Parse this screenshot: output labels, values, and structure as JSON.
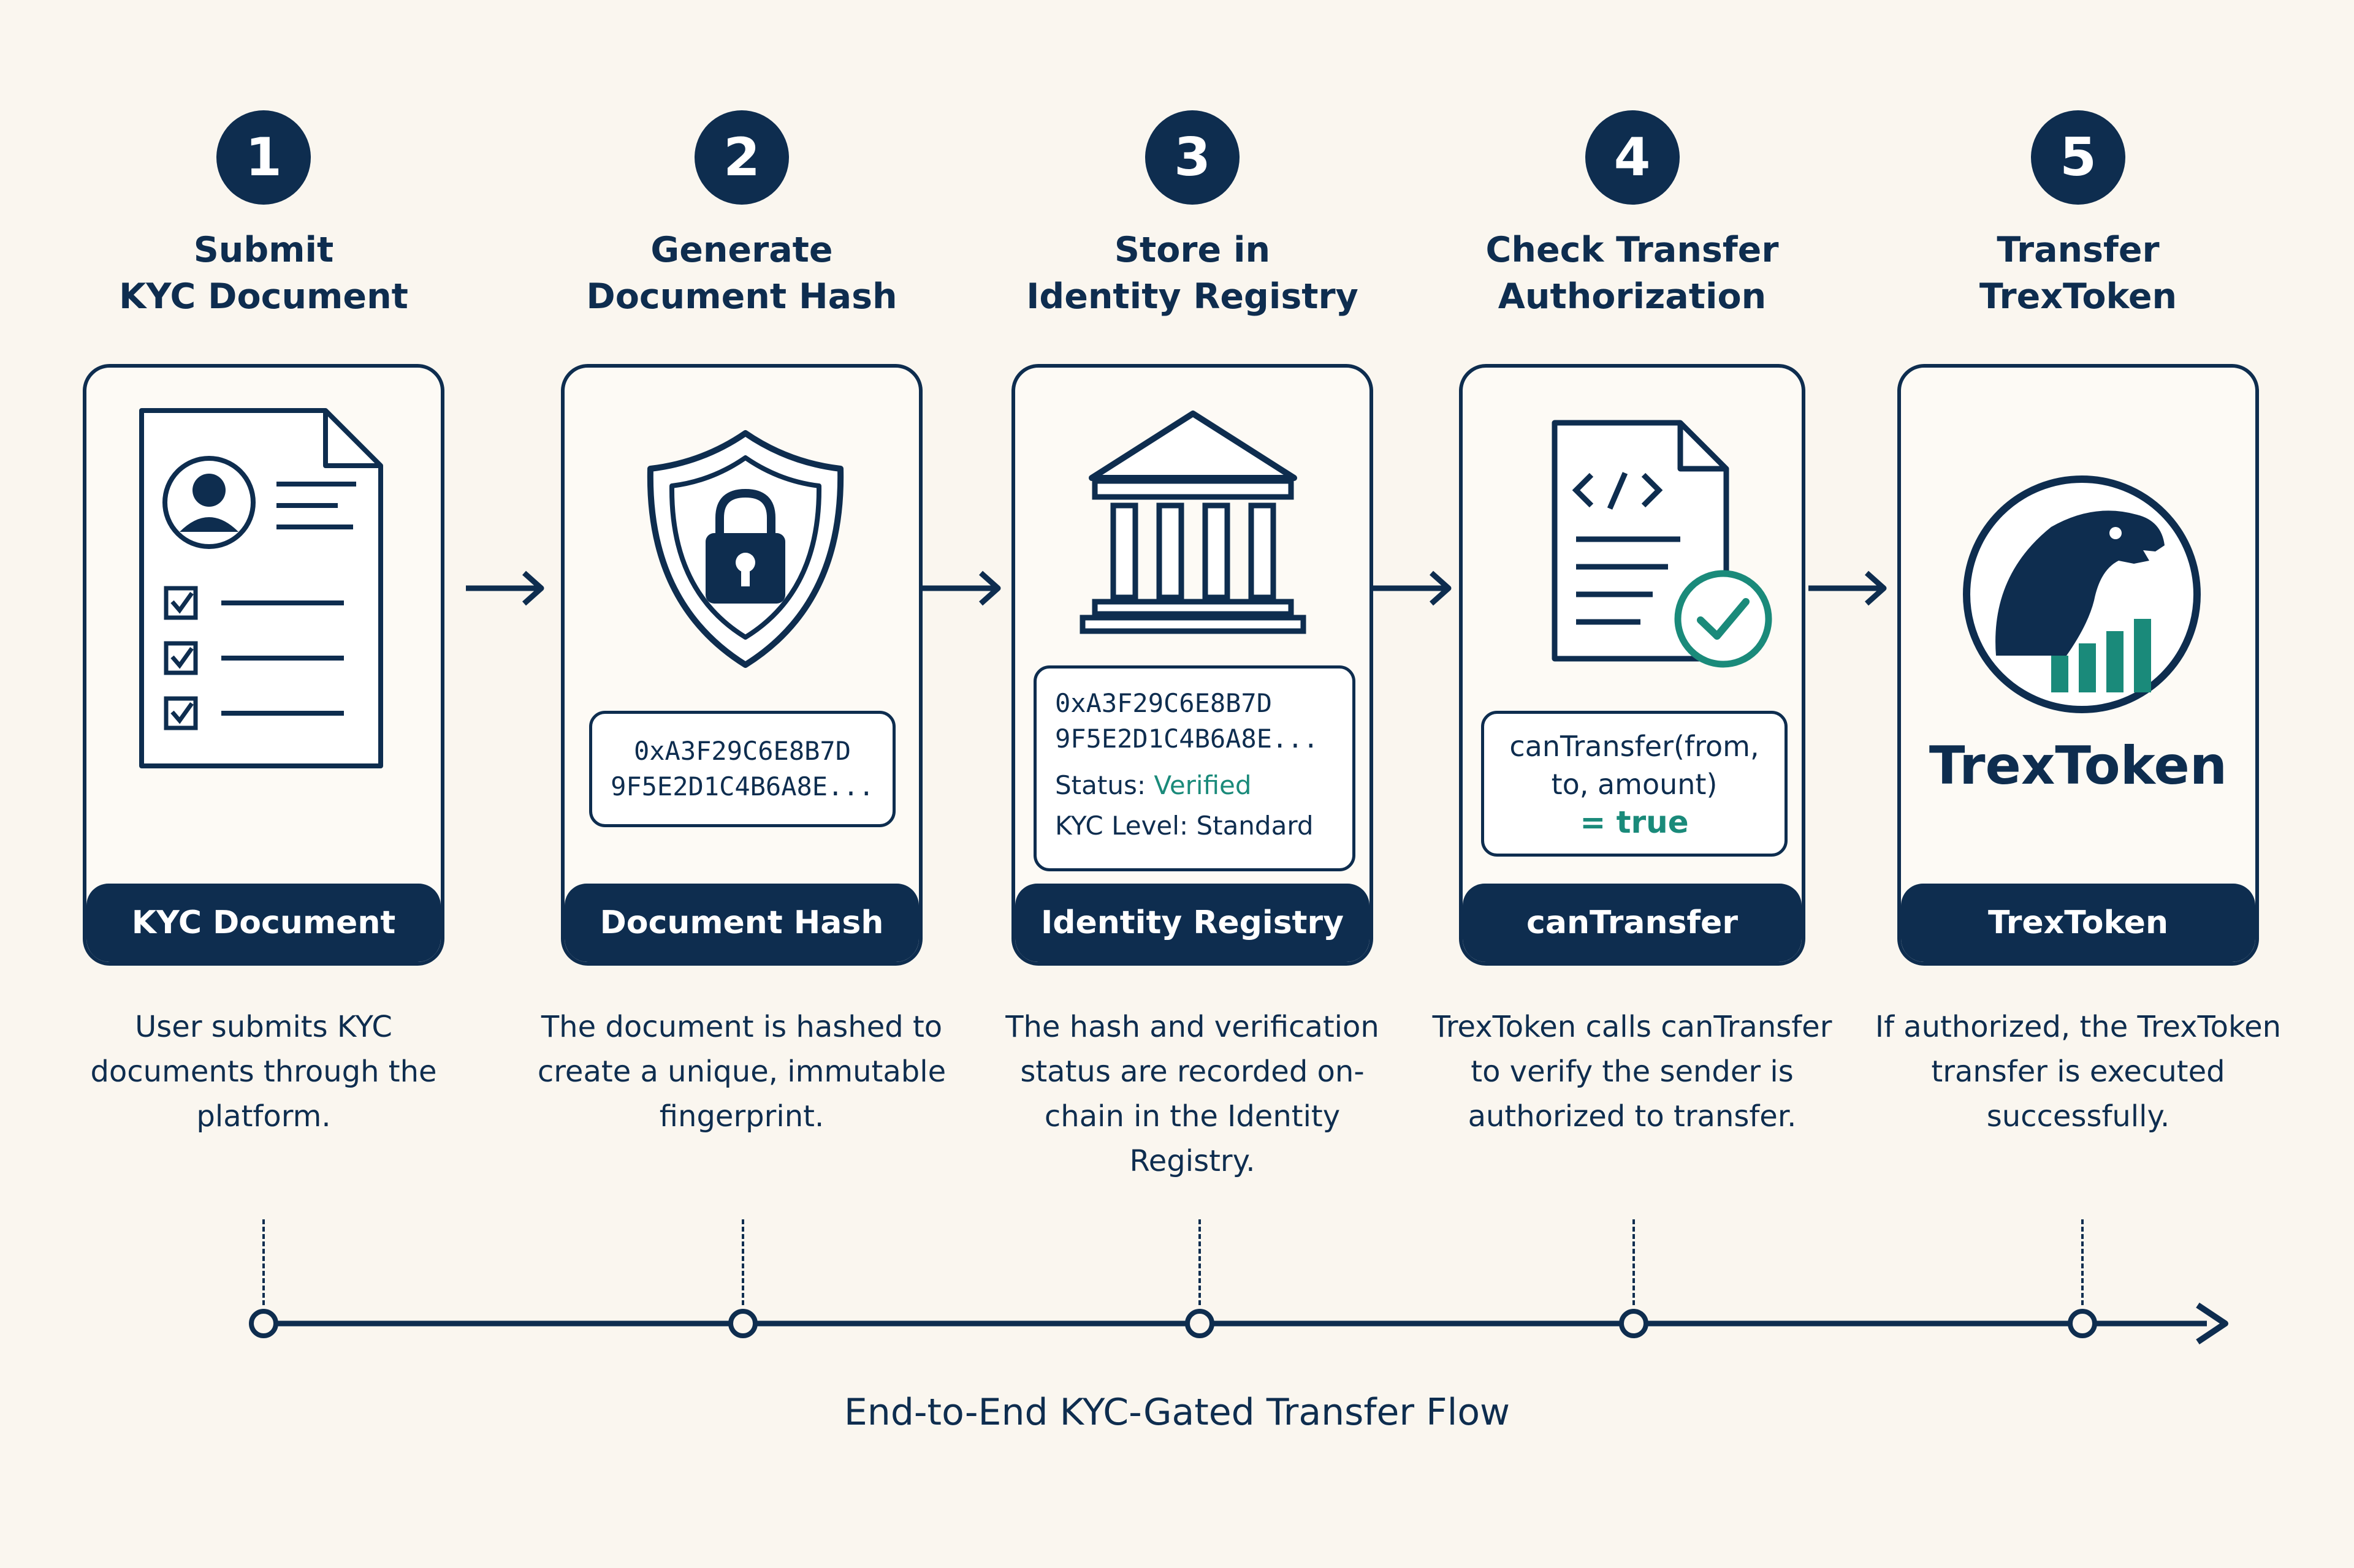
{
  "steps": [
    {
      "number": "1",
      "title": "Submit\nKYC Document",
      "footer": "KYC Document",
      "description": "User submits KYC documents through the platform."
    },
    {
      "number": "2",
      "title": "Generate\nDocument Hash",
      "footer": "Document Hash",
      "hash_lines": [
        "0xA3F29C6E8B7D",
        "9F5E2D1C4B6A8E..."
      ],
      "description": "The document is hashed to create a unique, immutable fingerprint."
    },
    {
      "number": "3",
      "title": "Store in\nIdentity Registry",
      "footer": "Identity Registry",
      "hash_lines": [
        "0xA3F29C6E8B7D",
        "9F5E2D1C4B6A8E..."
      ],
      "status_label": "Status:",
      "status_value": "Verified",
      "kyc_level": "KYC Level: Standard",
      "description": "The hash and verification status are recorded on-chain in the Identity Registry."
    },
    {
      "number": "4",
      "title": "Check Transfer\nAuthorization",
      "footer": "canTransfer",
      "code_lines": [
        "canTransfer(from,",
        "to, amount)"
      ],
      "code_result": "= true",
      "description": "TrexToken calls canTransfer to verify the sender is authorized to transfer."
    },
    {
      "number": "5",
      "title": "Transfer\nTrexToken",
      "footer": "TrexToken",
      "brand": "TrexToken",
      "description": "If authorized, the TrexToken transfer is executed successfully."
    }
  ],
  "timeline_caption": "End-to-End KYC-Gated Transfer Flow",
  "icons": [
    "id-document-icon",
    "shield-lock-icon",
    "bank-registry-icon",
    "code-document-check-icon",
    "trex-logo-icon"
  ],
  "colors": {
    "navy": "#0e2d4f",
    "teal": "#1a8a7a",
    "background": "#faf6ef"
  }
}
